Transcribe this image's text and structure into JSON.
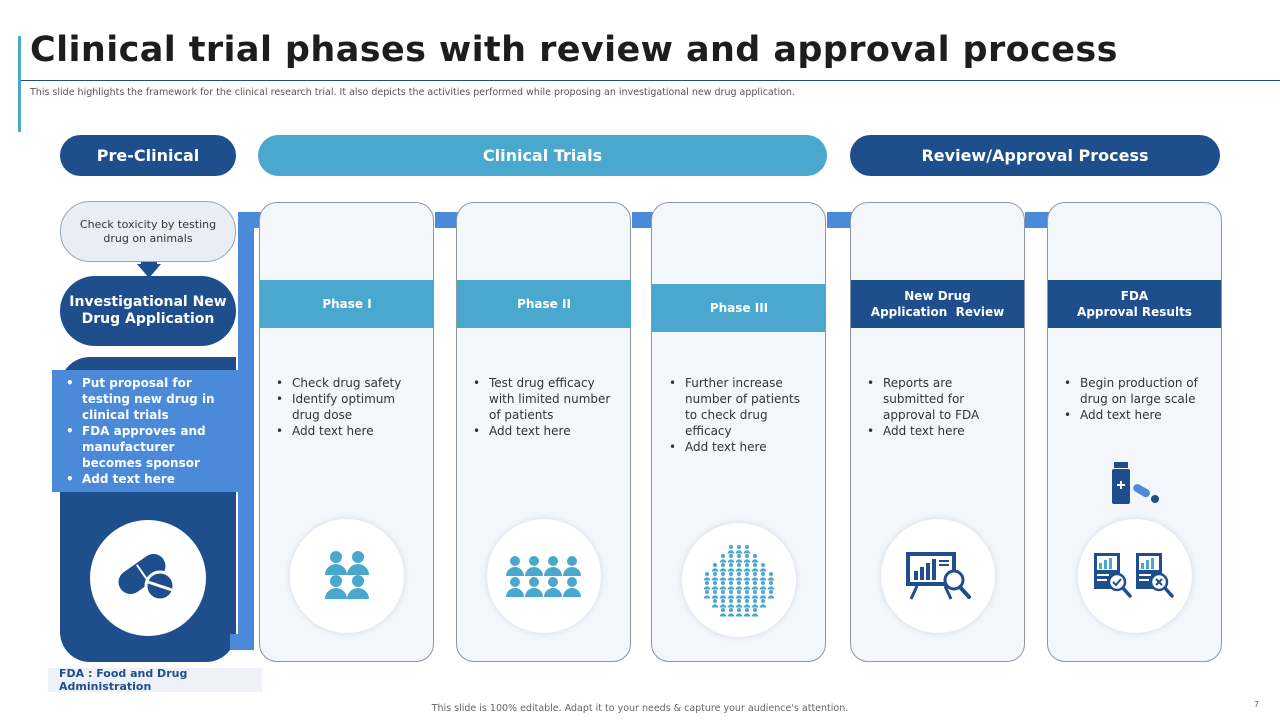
{
  "slide": {
    "title": "Clinical trial phases with review and approval process",
    "subtitle": "This slide highlights the framework for the clinical research trial. It also depicts the activities performed while proposing an investigational new drug application.",
    "page_number": "7"
  },
  "headers": {
    "pre_clinical": "Pre-Clinical",
    "clinical_trials": "Clinical Trials",
    "review_approval": "Review/Approval Process"
  },
  "pre_clinical": {
    "toxicity_text": "Check toxicity by testing drug on animals",
    "ind_label": "Investigational New Drug Application",
    "bullets": [
      "Put proposal for testing new drug in clinical trials",
      "FDA approves and manufacturer becomes sponsor",
      "Add text here"
    ],
    "icon": "pills-icon"
  },
  "stages": [
    {
      "title": "Phase I",
      "bullets": [
        "Check drug safety",
        "Identify optimum drug dose",
        "Add text here"
      ],
      "icon": "small-group-icon"
    },
    {
      "title": "Phase II",
      "bullets": [
        "Test drug efficacy with limited number of patients",
        "Add text here"
      ],
      "icon": "medium-group-icon"
    },
    {
      "title": "Phase III",
      "bullets": [
        "Further increase number of patients to check drug efficacy",
        "Add text here"
      ],
      "icon": "large-crowd-icon"
    },
    {
      "title_line1": "New Drug",
      "title_line2": "Application  Review",
      "bullets": [
        "Reports are submitted for approval to FDA",
        "Add text here"
      ],
      "icon": "presentation-analysis-icon"
    },
    {
      "title_line1": "FDA",
      "title_line2": "Approval Results",
      "bullets": [
        "Begin production of drug on large scale",
        "Add text here"
      ],
      "icon": "approval-reports-icon",
      "extra_icon": "medicine-bottle-icon"
    }
  ],
  "footer": {
    "fda_note": "FDA : Food and Drug Administration",
    "editable_note": "This slide is 100% editable. Adapt it to your needs & capture your audience's attention."
  },
  "colors": {
    "dark_blue": "#1f4e8c",
    "light_blue": "#4aa8cf",
    "connector_blue": "#4a8ad8",
    "card_bg": "#f3f6fa"
  }
}
